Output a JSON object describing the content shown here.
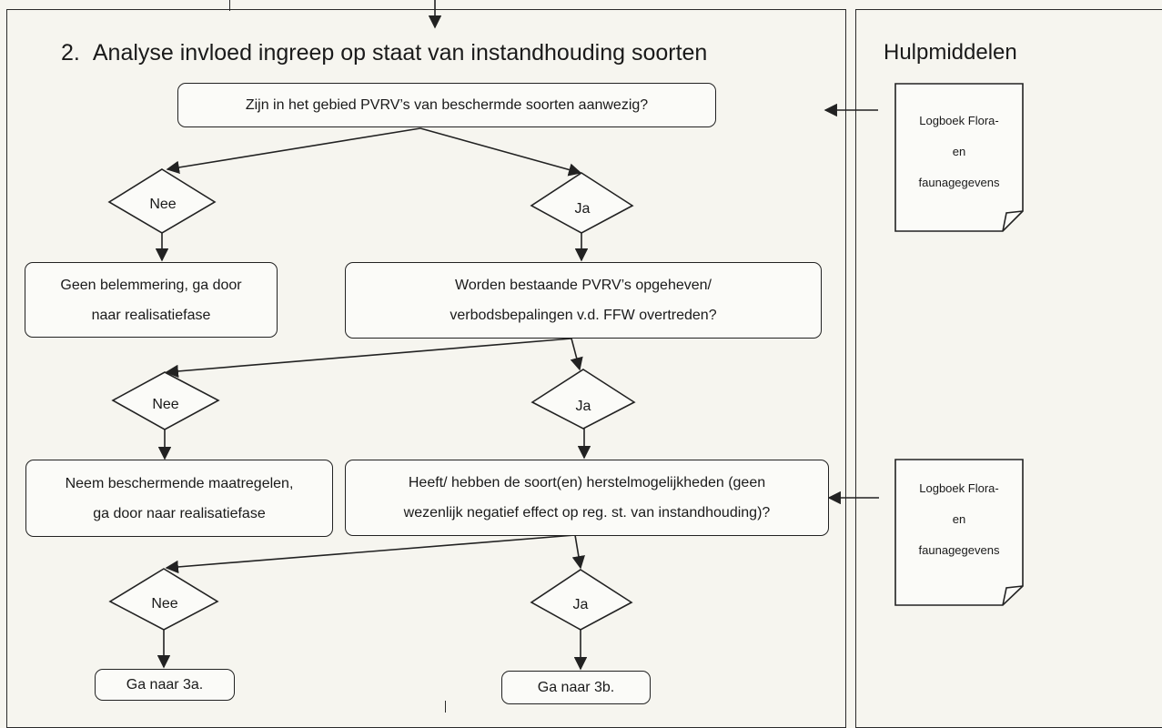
{
  "section": {
    "number": "2.",
    "title": "Analyse invloed ingreep op staat van instandhouding soorten"
  },
  "sidebar": {
    "title": "Hulpmiddelen"
  },
  "docs": [
    {
      "line1": "Logboek Flora-",
      "line2": "en",
      "line3": "faunagegevens"
    },
    {
      "line1": "Logboek Flora-",
      "line2": "en",
      "line3": "faunagegevens"
    }
  ],
  "q1": {
    "line1": "Zijn in het gebied PVRV’s van beschermde soorten aanwezig?"
  },
  "q1_no": {
    "label": "Nee",
    "result_line1": "Geen belemmering, ga door",
    "result_line2": "naar realisatiefase"
  },
  "q1_yes": {
    "label": "Ja"
  },
  "q2": {
    "line1": "Worden bestaande PVRV’s opgeheven/",
    "line2": "verbodsbepalingen v.d. FFW overtreden?"
  },
  "q2_no": {
    "label": "Nee",
    "result_line1": "Neem beschermende maatregelen,",
    "result_line2": "ga door naar realisatiefase"
  },
  "q2_yes": {
    "label": "Ja"
  },
  "q3": {
    "line1": "Heeft/ hebben de soort(en) herstelmogelijkheden (geen",
    "line2": "wezenlijk  negatief effect op reg. st. van instandhouding)?"
  },
  "q3_no": {
    "label": "Nee",
    "result": "Ga naar 3a."
  },
  "q3_yes": {
    "label": "Ja",
    "result": "Ga naar 3b."
  },
  "colors": {
    "line": "#222222",
    "background": "#f6f5ef",
    "box": "#fbfbf8"
  }
}
